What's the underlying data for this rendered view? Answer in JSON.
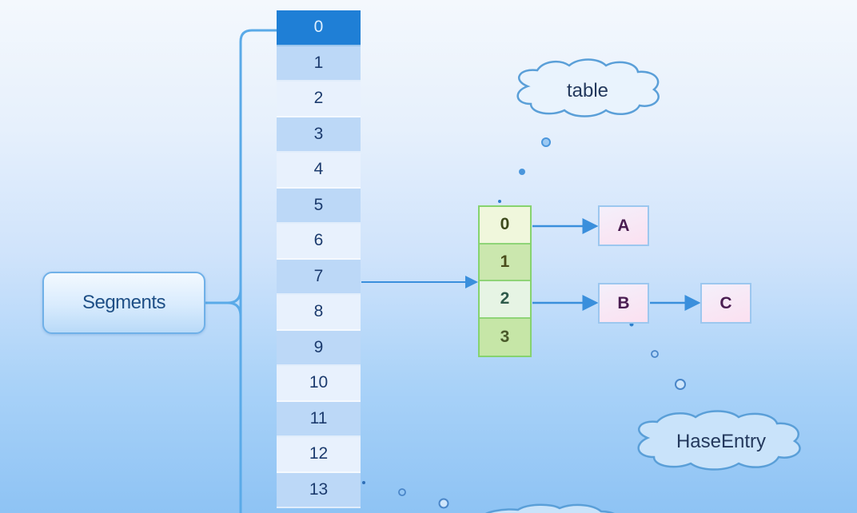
{
  "diagram": {
    "root_node": {
      "label": "Segments"
    },
    "segments": {
      "selected_index": 0,
      "cells": [
        "0",
        "1",
        "2",
        "3",
        "4",
        "5",
        "6",
        "7",
        "8",
        "9",
        "10",
        "11",
        "12",
        "13"
      ]
    },
    "hash_table": {
      "linked_from_segment": "7",
      "cells": [
        "0",
        "1",
        "2",
        "3"
      ]
    },
    "entries": [
      {
        "id": "A",
        "label": "A",
        "bucket": "0"
      },
      {
        "id": "B",
        "label": "B",
        "bucket": "2"
      },
      {
        "id": "C",
        "label": "C",
        "bucket": "2",
        "after": "B"
      }
    ],
    "callouts": {
      "table": "table",
      "hash_entry": "HaseEntry"
    },
    "colors": {
      "selected_segment": "#1f7fd6",
      "connector": "#3a8fdc",
      "table_border": "#86d36e",
      "entry_border": "#9cc7ef"
    }
  }
}
